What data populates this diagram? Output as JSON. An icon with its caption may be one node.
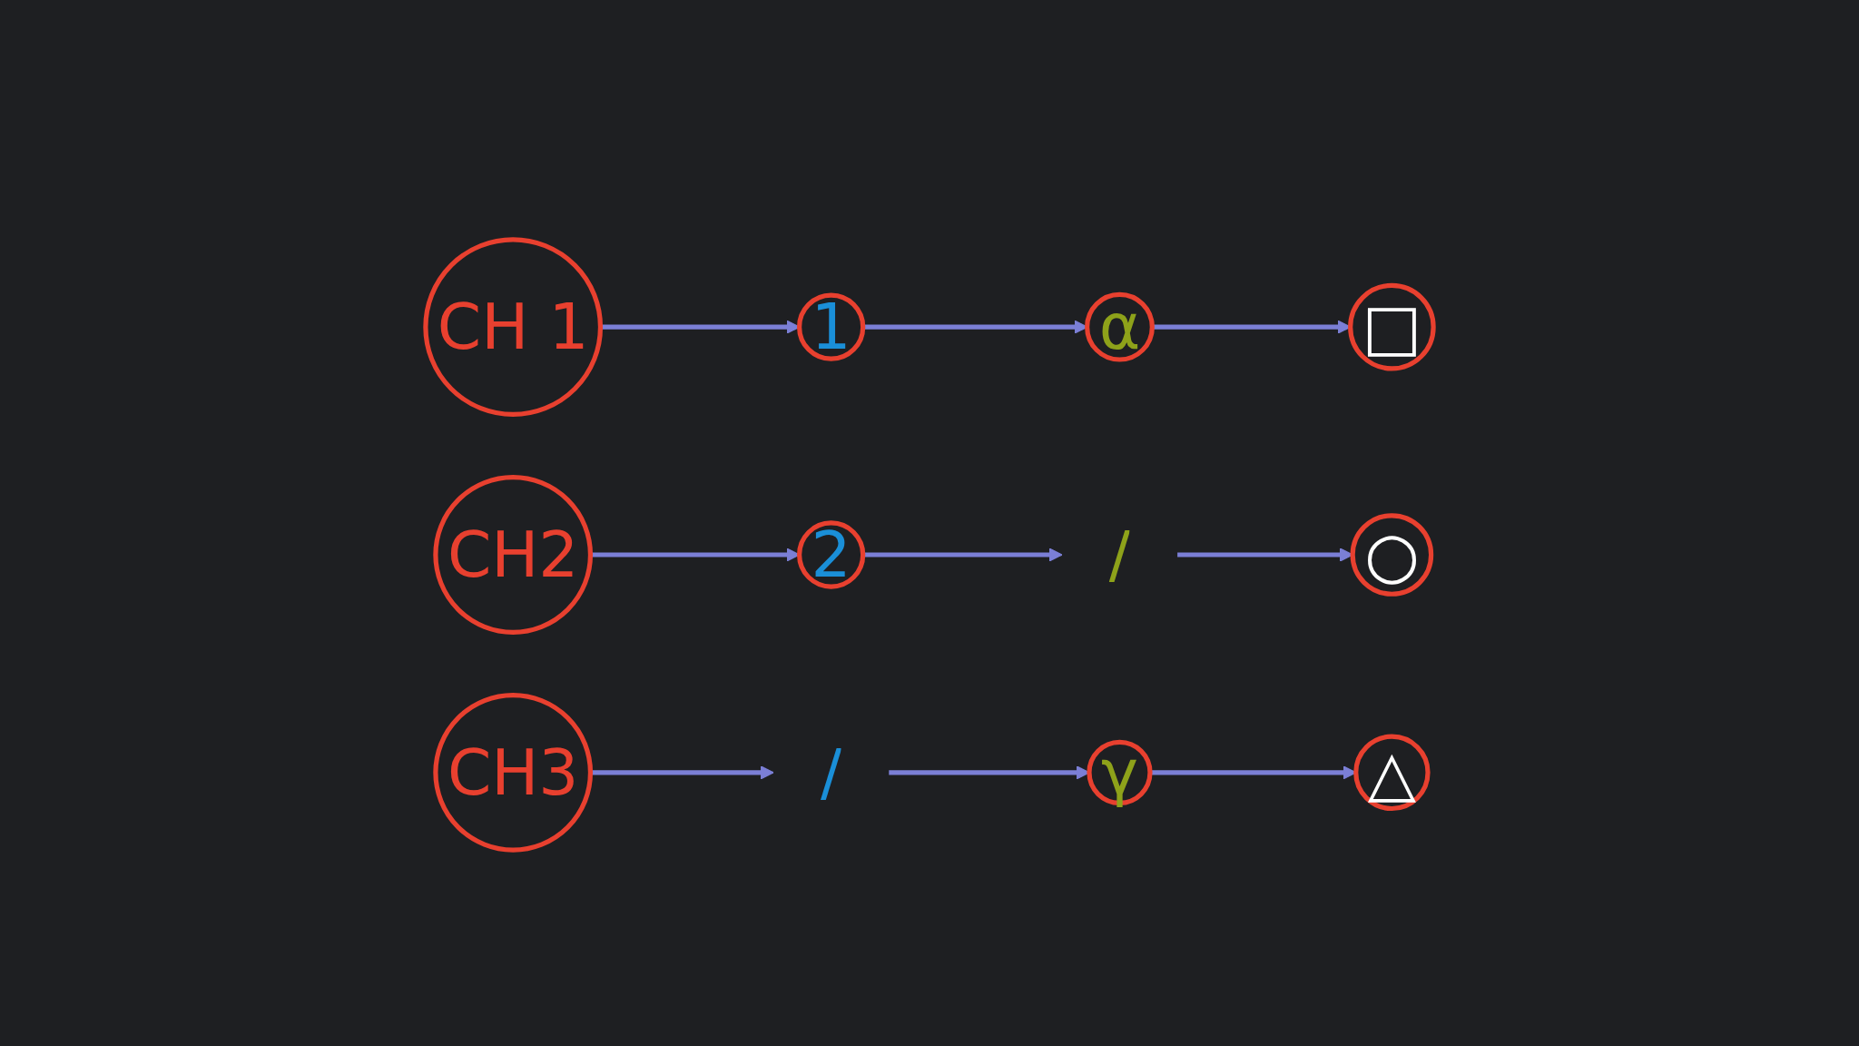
{
  "diagram": {
    "nodes": [
      {
        "text": [
          "CH 1"
        ]
      },
      {
        "text": [
          "1"
        ]
      },
      {
        "text": [
          "α"
        ]
      },
      {
        "text": [
          "□"
        ]
      },
      {
        "text": [
          "CH2"
        ]
      },
      {
        "text": [
          "2"
        ]
      },
      {
        "text": [
          "/"
        ]
      },
      {
        "text": [
          "○"
        ]
      },
      {
        "text": [
          "CH3"
        ]
      },
      {
        "text": [
          "/"
        ]
      },
      {
        "text": [
          "γ"
        ]
      },
      {
        "text": [
          "△"
        ]
      }
    ],
    "edges": [
      {
        "from": 0,
        "to": 1,
        "arrow": "to"
      },
      {
        "from": 1,
        "to": 2,
        "arrow": "to"
      },
      {
        "from": 2,
        "to": 3,
        "arrow": "to"
      },
      {
        "from": 4,
        "to": 5,
        "arrow": "to"
      },
      {
        "from": 5,
        "to": 6,
        "arrow": "to"
      },
      {
        "from": 6,
        "to": 7,
        "arrow": "to"
      },
      {
        "from": 8,
        "to": 9,
        "arrow": "to"
      },
      {
        "from": 9,
        "to": 10,
        "arrow": "to"
      },
      {
        "from": 10,
        "to": 11,
        "arrow": "to"
      }
    ]
  }
}
